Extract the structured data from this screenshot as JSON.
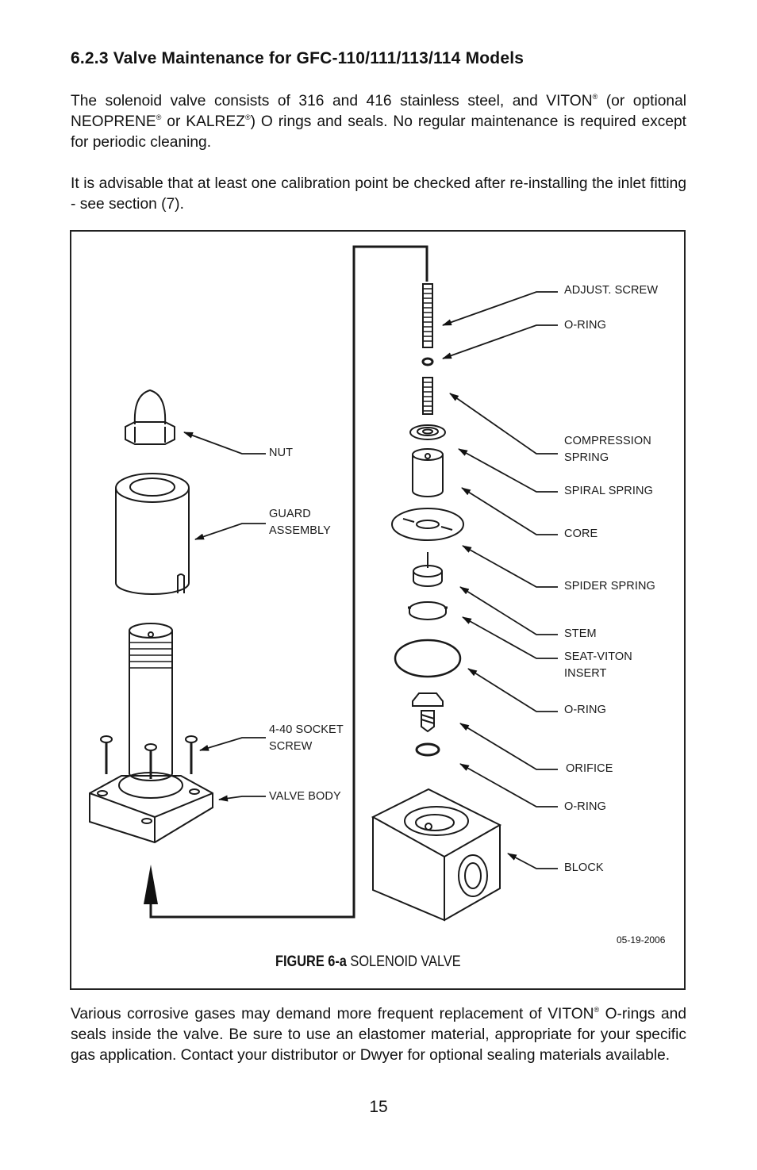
{
  "section_heading": "6.2.3  Valve Maintenance for GFC-110/111/113/114 Models",
  "paragraph1": {
    "part1": "The solenoid valve consists of 316 and 416 stainless steel, and VITON",
    "reg1": "®",
    "part2": " (or optional NEOPRENE",
    "reg2": "®",
    "part3": " or KALREZ",
    "reg3": "®",
    "part4": ") O rings and seals. No regular maintenance is required except for periodic cleaning."
  },
  "paragraph2": "It is advisable that at least one calibration point be checked after re-installing the inlet fitting - see section (7).",
  "figure": {
    "labels": {
      "adjust_screw": "ADJUST. SCREW",
      "oring_top": "O-RING",
      "compression_spring_1": "COMPRESSION",
      "compression_spring_2": "SPRING",
      "spiral_spring": "SPIRAL SPRING",
      "core": "CORE",
      "spider_spring": "SPIDER SPRING",
      "stem": "STEM",
      "seat_insert_1": "SEAT-VITON",
      "seat_insert_2": "INSERT",
      "oring_mid": "O-RING",
      "orifice": "ORIFICE",
      "oring_low": "O-RING",
      "block": "BLOCK",
      "nut": "NUT",
      "guard_1": "GUARD",
      "guard_2": "ASSEMBLY",
      "socket_screw_1": "4-40 SOCKET",
      "socket_screw_2": "SCREW",
      "valve_body": "VALVE BODY"
    },
    "date": "05-19-2006",
    "caption_bold": "FIGURE 6-a",
    "caption_text": " SOLENOID VALVE"
  },
  "paragraph3": {
    "part1": "Various corrosive gases may demand more frequent replacement of VITON",
    "reg1": "®",
    "part2": " O-rings and seals inside the valve. Be sure to use an elastomer material, appropriate for your specific gas application. Contact your distributor or Dwyer for optional sealing materials available."
  },
  "page_number": "15"
}
